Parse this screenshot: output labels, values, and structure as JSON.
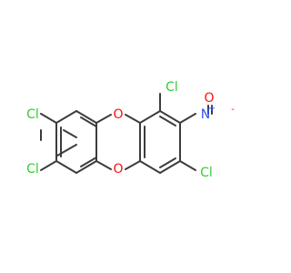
{
  "colors": {
    "bond": "#3c3c3c",
    "chlorine": "#33cc33",
    "oxygen": "#ff0d0d",
    "nitrogen": "#3050f8"
  },
  "atoms": {
    "cl_top_right": "Cl",
    "cl_upper_left": "Cl",
    "cl_lower_left": "Cl",
    "cl_bottom_right": "Cl",
    "o_bridge_top": "O",
    "o_bridge_bottom": "O",
    "n_nitro": "N",
    "n_charge": "+",
    "o_nitro": "O",
    "o_charge": "-"
  }
}
